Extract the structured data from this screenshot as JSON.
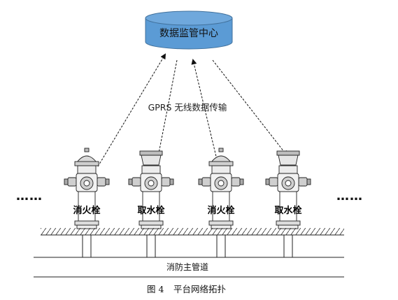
{
  "datacenter": {
    "label": "数据监管中心",
    "fill": "#5b9bd5",
    "stroke": "#41719c"
  },
  "link_label": "GPRS 无线数据传输",
  "hydrants": [
    {
      "label": "消火栓",
      "kind": "fire-hydrant"
    },
    {
      "label": "取水栓",
      "kind": "water-intake"
    },
    {
      "label": "消火栓",
      "kind": "fire-hydrant"
    },
    {
      "label": "取水栓",
      "kind": "water-intake"
    }
  ],
  "ellipsis_left": "……",
  "ellipsis_right": "……",
  "main_pipe_label": "消防主管道",
  "caption": {
    "number": "图 4",
    "title": "平台网络拓扑"
  }
}
